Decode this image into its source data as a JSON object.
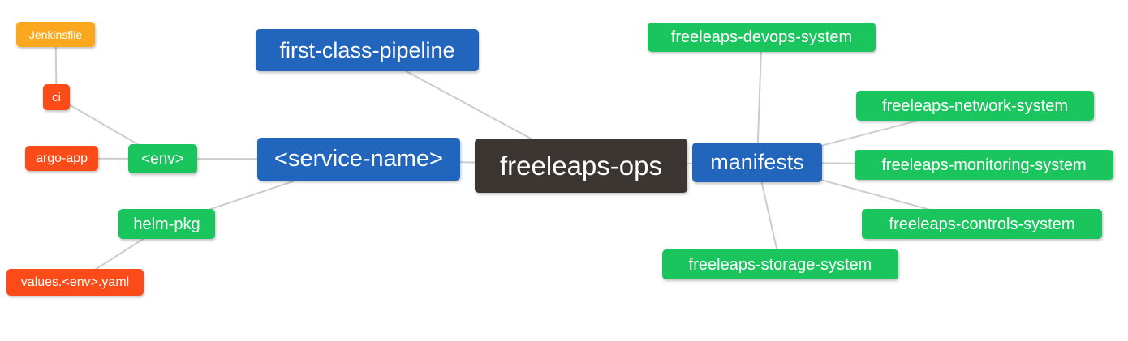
{
  "diagram": {
    "title": "freeleaps-ops mindmap",
    "background_color": "#ffffff",
    "edge_color": "#cccccc",
    "text_color": "#ffffff",
    "palette": {
      "root": "#3b3632",
      "branch": "#2265bd",
      "green": "#1bc55e",
      "red": "#fb4b19",
      "orange": "#fba81e"
    },
    "nodes": [
      {
        "id": "freeleaps-ops",
        "label": "freeleaps-ops",
        "color": "root"
      },
      {
        "id": "first-class-pipeline",
        "label": "first-class-pipeline",
        "color": "branch"
      },
      {
        "id": "service-name",
        "label": "<service-name>",
        "color": "branch"
      },
      {
        "id": "manifests",
        "label": "manifests",
        "color": "branch"
      },
      {
        "id": "env",
        "label": "<env>",
        "color": "green"
      },
      {
        "id": "helm-pkg",
        "label": "helm-pkg",
        "color": "green"
      },
      {
        "id": "ci",
        "label": "ci",
        "color": "red"
      },
      {
        "id": "argo-app",
        "label": "argo-app",
        "color": "red"
      },
      {
        "id": "jenkinsfile",
        "label": "Jenkinsfile",
        "color": "orange"
      },
      {
        "id": "values-env-yaml",
        "label": "values.<env>.yaml",
        "color": "red"
      },
      {
        "id": "freeleaps-devops-system",
        "label": "freeleaps-devops-system",
        "color": "green"
      },
      {
        "id": "freeleaps-network-system",
        "label": "freeleaps-network-system",
        "color": "green"
      },
      {
        "id": "freeleaps-monitoring-system",
        "label": "freeleaps-monitoring-system",
        "color": "green"
      },
      {
        "id": "freeleaps-controls-system",
        "label": "freeleaps-controls-system",
        "color": "green"
      },
      {
        "id": "freeleaps-storage-system",
        "label": "freeleaps-storage-system",
        "color": "green"
      }
    ],
    "edges": [
      [
        "jenkinsfile",
        "ci"
      ],
      [
        "ci",
        "env"
      ],
      [
        "argo-app",
        "env"
      ],
      [
        "env",
        "service-name"
      ],
      [
        "helm-pkg",
        "service-name"
      ],
      [
        "values-env-yaml",
        "helm-pkg"
      ],
      [
        "first-class-pipeline",
        "freeleaps-ops"
      ],
      [
        "service-name",
        "freeleaps-ops"
      ],
      [
        "freeleaps-ops",
        "manifests"
      ],
      [
        "manifests",
        "freeleaps-devops-system"
      ],
      [
        "manifests",
        "freeleaps-network-system"
      ],
      [
        "manifests",
        "freeleaps-monitoring-system"
      ],
      [
        "manifests",
        "freeleaps-controls-system"
      ],
      [
        "manifests",
        "freeleaps-storage-system"
      ]
    ]
  }
}
